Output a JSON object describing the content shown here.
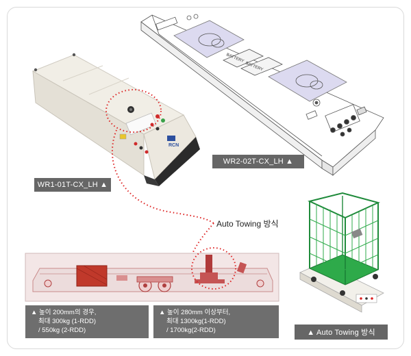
{
  "labels": {
    "wr1": "WR1-01T-CX_LH ▲",
    "wr2": "WR2-02T-CX_LH ▲",
    "callout": "Auto Towing 방식",
    "cart": "▲ Auto Towing 방식"
  },
  "machine_text": {
    "battery_1": "BATTERY",
    "battery_2": "BATTERY",
    "brand": "RCN"
  },
  "specs": {
    "left": {
      "line1": "▲ 높이 200mm의 경우,",
      "line2": "최대 300kg (1-RDD)",
      "line3": "/ 550kg (2-RDD)"
    },
    "right": {
      "line1": "▲ 높이 280mm 이상부터,",
      "line2": "최대 1300kg(1-RDD)",
      "line3": "/ 1700kg(2-RDD)"
    }
  },
  "colors": {
    "accent_red": "#c0392b",
    "dotted_red": "#d22",
    "label_gray": "#666666",
    "cart_green": "#2eaa4a",
    "strip_bg": "#f3e6e6"
  }
}
